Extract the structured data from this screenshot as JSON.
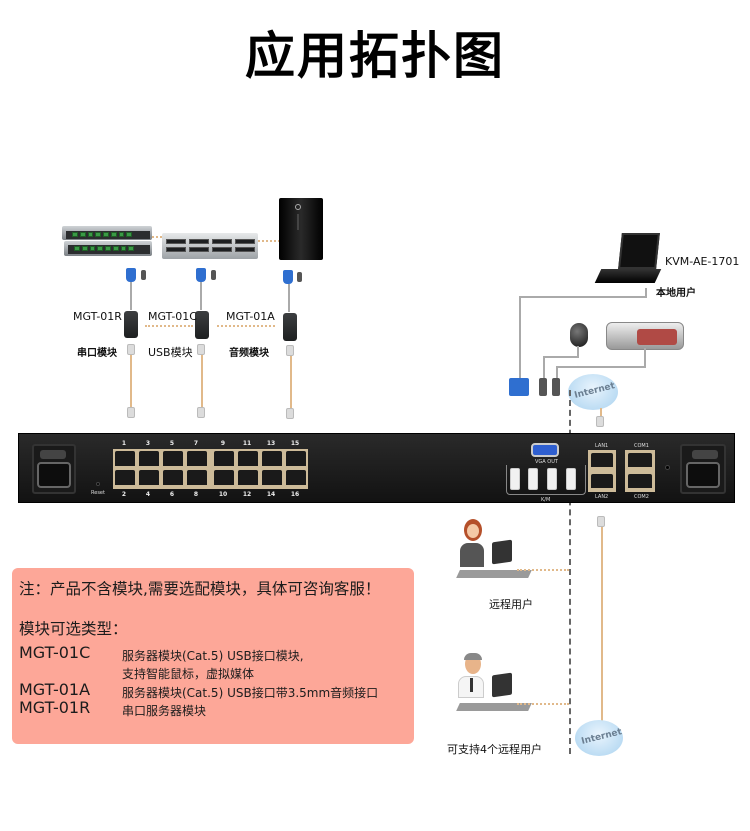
{
  "title": "应用拓扑图",
  "modules": [
    {
      "code": "MGT-01R",
      "label": "串口模块"
    },
    {
      "code": "MGT-01C",
      "label": "USB模块"
    },
    {
      "code": "MGT-01A",
      "label": "音频模块"
    }
  ],
  "local_console": {
    "model": "KVM-AE-1701",
    "label": "本地用户"
  },
  "kvm_unit": {
    "reset_label": "Reset",
    "port_numbers_top": [
      "1",
      "3",
      "5",
      "7",
      "9",
      "11",
      "13",
      "15"
    ],
    "port_numbers_bottom": [
      "2",
      "4",
      "6",
      "8",
      "10",
      "12",
      "14",
      "16"
    ],
    "vga_label": "VGA OUT",
    "usb_label": "K/M",
    "lan_labels": [
      "LAN1",
      "LAN2"
    ],
    "com_labels": [
      "COM1",
      "COM2"
    ]
  },
  "cloud_label": "Internet",
  "remote_users": [
    {
      "label": "远程用户"
    },
    {
      "label": "可支持4个远程用户"
    }
  ],
  "note": {
    "line1": "注：产品不含模块,需要选配模块，具体可咨询客服！",
    "heading": "模块可选类型：",
    "items": [
      {
        "code": "MGT-01C",
        "desc": [
          "服务器模块(Cat.5) USB接口模块,",
          "支持智能鼠标，虚拟媒体"
        ]
      },
      {
        "code": "MGT-01A",
        "desc": [
          "服务器模块(Cat.5) USB接口带3.5mm音频接口"
        ]
      },
      {
        "code": "MGT-01R",
        "desc": [
          "串口服务器模块"
        ]
      }
    ]
  },
  "colors": {
    "note_bg": "#fda798",
    "cable_tan": "#e1b98a",
    "vga_blue": "#2f6fd0",
    "cloud_blue": "#a9d2ef",
    "kvm_body": "#1a1a1a"
  }
}
